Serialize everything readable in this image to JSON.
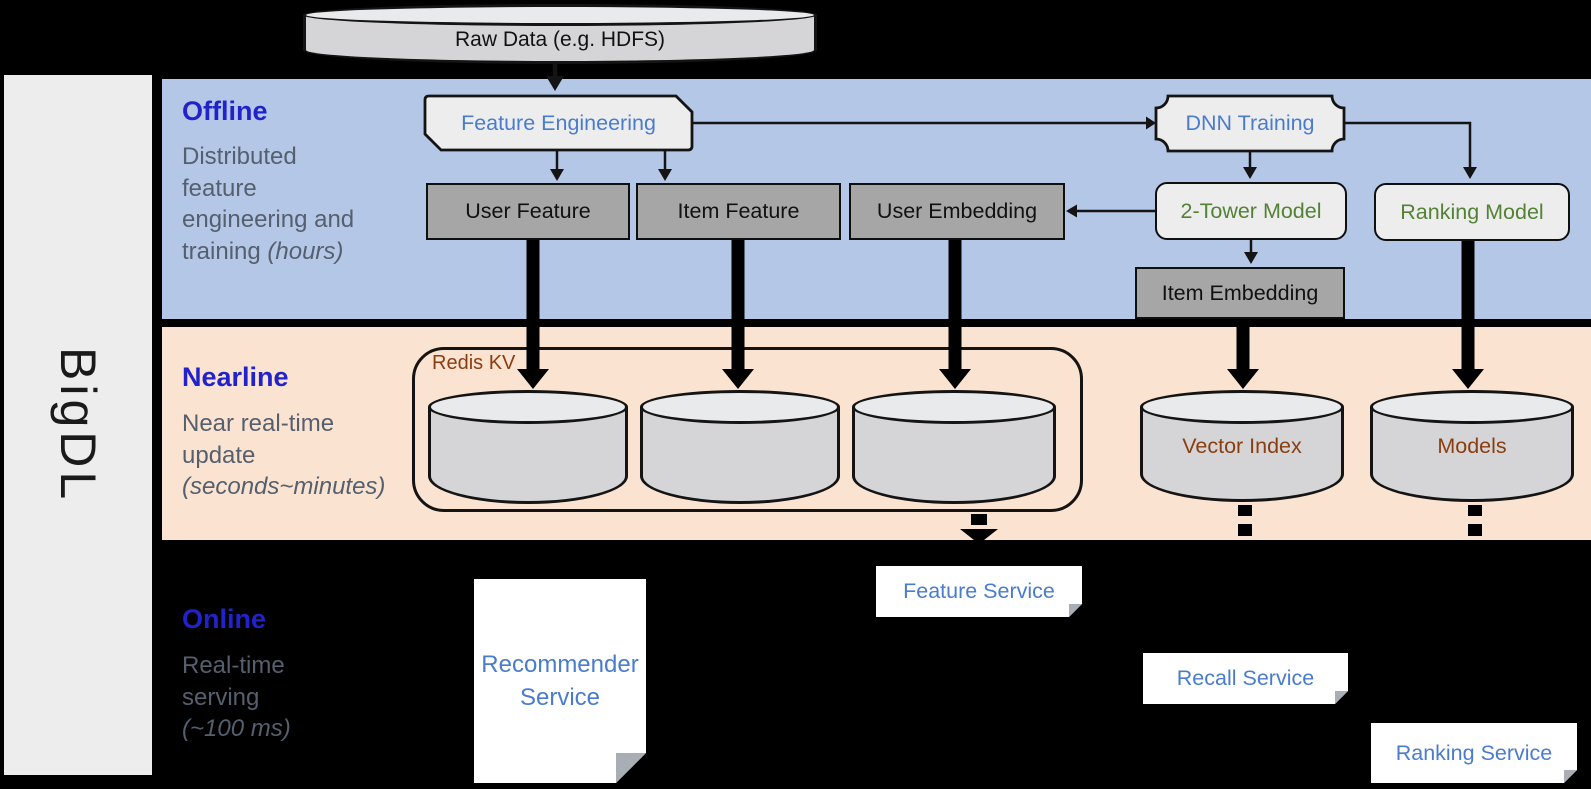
{
  "title_strip": {
    "label": "BigDL"
  },
  "raw_data": {
    "label": "Raw Data (e.g. HDFS)"
  },
  "sections": {
    "offline": {
      "title": "Offline",
      "body": "Distributed\nfeature\nengineering and\ntraining ",
      "body_italic": "(hours)"
    },
    "nearline": {
      "title": "Nearline",
      "body": "Near real-time\nupdate\n",
      "body_italic": "(seconds~minutes)"
    },
    "online": {
      "title": "Online",
      "body": "Real-time\nserving\n",
      "body_italic": "(~100 ms)"
    }
  },
  "nodes": {
    "feature_engineering": "Feature Engineering",
    "dnn_training": "DNN Training",
    "user_feature": "User Feature",
    "item_feature": "Item Feature",
    "user_embedding": "User Embedding",
    "two_tower_model": "2-Tower Model",
    "ranking_model": "Ranking Model",
    "item_embedding": "Item Embedding",
    "redis_kv": "Redis KV",
    "vector_index": "Vector Index",
    "models": "Models",
    "recommender_service": "Recommender Service",
    "feature_service": "Feature Service",
    "recall_service": "Recall Service",
    "ranking_service": "Ranking Service"
  },
  "colors": {
    "offline_bg": "#b4c7e7",
    "nearline_bg": "#fae3d0",
    "online_bg": "#000000",
    "section_title": "#2222cc",
    "section_body": "#555f6e",
    "node_blue": "#4a7cce",
    "node_green": "#548235",
    "node_brown": "#8a3e10",
    "gray_box": "#a6a6a6",
    "light_box": "#ededed"
  }
}
